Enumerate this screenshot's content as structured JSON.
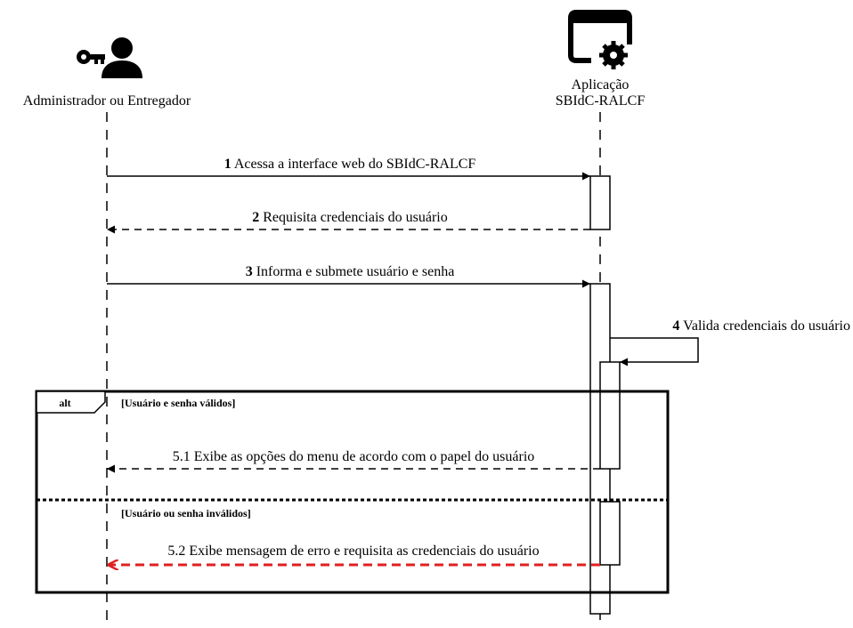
{
  "participants": {
    "actor": {
      "label": "Administrador ou Entregador",
      "icon": "admin-key-user-icon"
    },
    "system": {
      "label_line1": "Aplicação",
      "label_line2": "SBIdC-RALCF",
      "icon": "application-settings-icon"
    }
  },
  "messages": [
    {
      "number": "1",
      "text": "Acessa a interface web do SBIdC-RALCF"
    },
    {
      "number": "2",
      "text": "Requisita credenciais do usuário"
    },
    {
      "number": "3",
      "text": "Informa e submete usuário e senha"
    },
    {
      "number": "4",
      "text": "Valida credenciais do usuário"
    },
    {
      "number": "",
      "text": "5.1 Exibe as opções do menu de acordo com o papel do usuário"
    },
    {
      "number": "",
      "text": "5.2 Exibe mensagem de erro e requisita as credenciais do usuário"
    }
  ],
  "fragment": {
    "operator": "alt",
    "guard1": "[Usuário e senha válidos]",
    "guard2": "[Usuário ou senha inválidos]"
  },
  "colors": {
    "line": "#000000",
    "error_arrow": "#e02020",
    "background": "#ffffff"
  }
}
